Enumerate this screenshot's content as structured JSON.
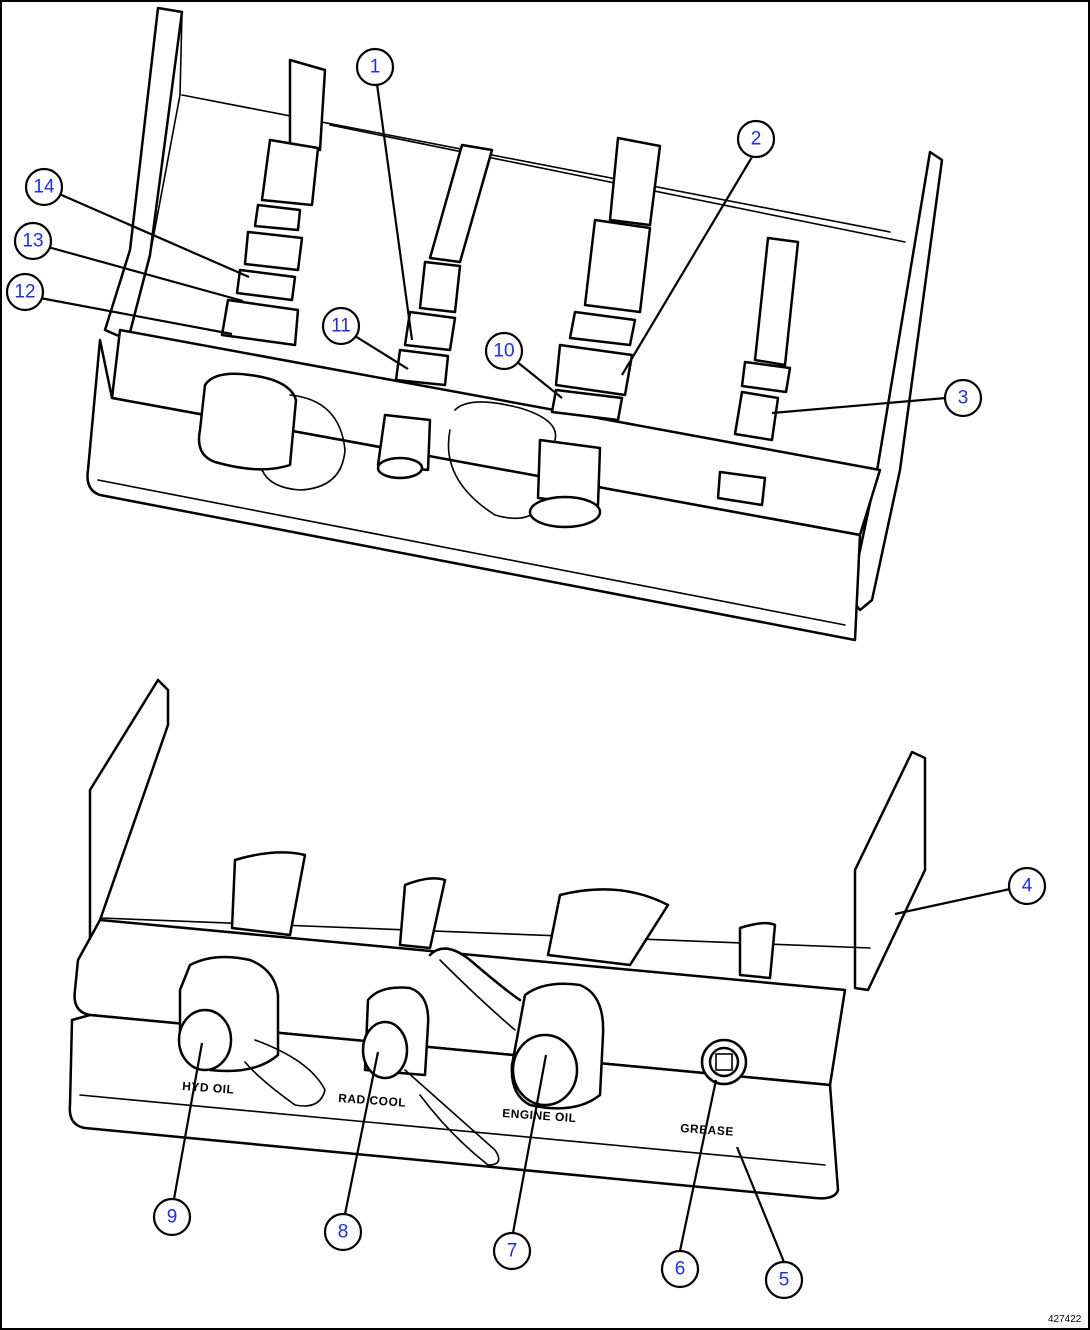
{
  "callouts": [
    {
      "id": "c1",
      "label": "1"
    },
    {
      "id": "c2",
      "label": "2"
    },
    {
      "id": "c3",
      "label": "3"
    },
    {
      "id": "c4",
      "label": "4"
    },
    {
      "id": "c5",
      "label": "5"
    },
    {
      "id": "c6",
      "label": "6"
    },
    {
      "id": "c7",
      "label": "7"
    },
    {
      "id": "c8",
      "label": "8"
    },
    {
      "id": "c9",
      "label": "9"
    },
    {
      "id": "c10",
      "label": "10"
    },
    {
      "id": "c11",
      "label": "11"
    },
    {
      "id": "c12",
      "label": "12"
    },
    {
      "id": "c13",
      "label": "13"
    },
    {
      "id": "c14",
      "label": "14"
    }
  ],
  "panel_labels": {
    "hyd_oil": "HYD OIL",
    "rad_cool": "RAD COOL",
    "engine_oil": "ENGINE OIL",
    "grease": "GREASE"
  },
  "drawing_id": "427422",
  "colors": {
    "callout_text": "#1f2fe0",
    "line": "#000000",
    "background": "#ffffff"
  }
}
